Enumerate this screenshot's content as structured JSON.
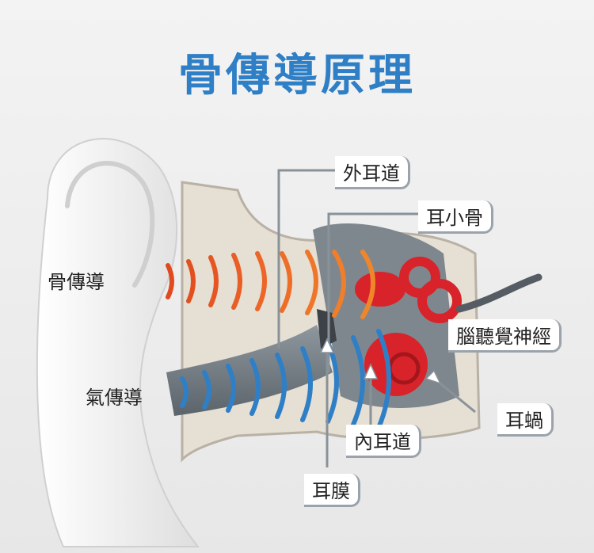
{
  "title": "骨傳導原理",
  "labels": {
    "bone": "骨傳導",
    "air": "氣傳導",
    "outer_canal": "外耳道",
    "ossicles": "耳小骨",
    "nerve": "腦聽覺神經",
    "cochlea": "耳蝸",
    "inner_canal": "內耳道",
    "eardrum": "耳膜"
  },
  "colors": {
    "title": "#2f7fc6",
    "bone_waves_start": "#e04a1e",
    "bone_waves_end": "#f08a2a",
    "air_waves": "#2f7fc6",
    "cochlea": "#d8232a",
    "tissue": "#e6dfd3"
  }
}
